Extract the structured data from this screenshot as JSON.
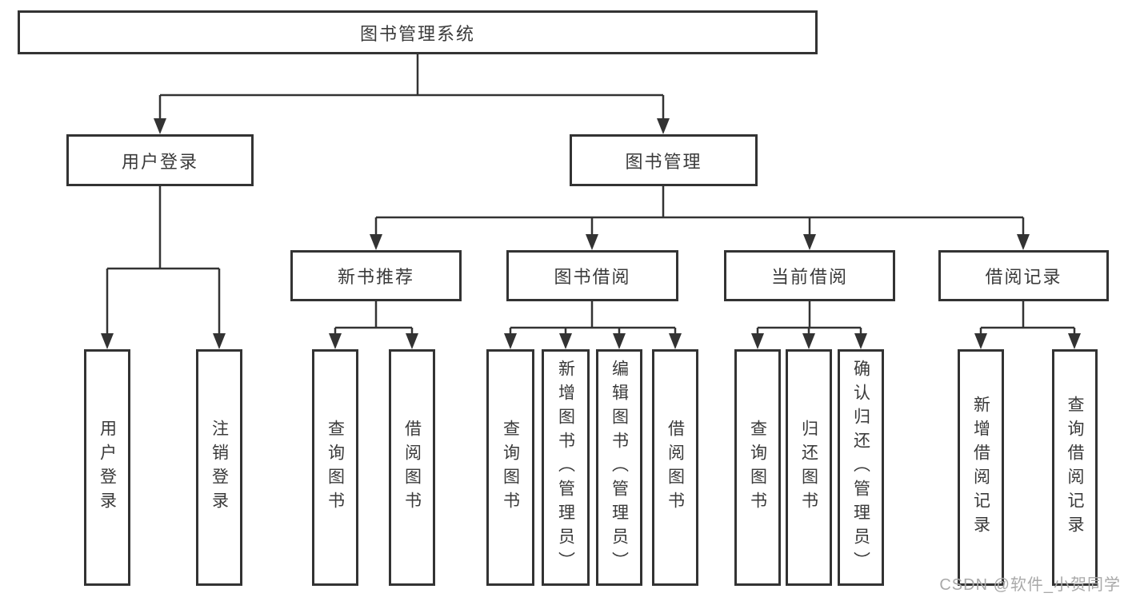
{
  "nodes": {
    "root": "图书管理系统",
    "level2": {
      "user_login_group": "用户登录",
      "book_management": "图书管理"
    },
    "level3": {
      "new_book_recommend": "新书推荐",
      "book_borrow": "图书借阅",
      "current_borrow": "当前借阅",
      "borrow_record": "借阅记录"
    },
    "leaves": {
      "user_login": "用户登录",
      "logout": "注销登录",
      "rec_query_book": "查询图书",
      "rec_borrow_book": "借阅图书",
      "bb_query_book": "查询图书",
      "bb_add_book": "新增图书（管理员）",
      "bb_edit_book": "编辑图书（管理员）",
      "bb_borrow_book": "借阅图书",
      "cb_query_book": "查询图书",
      "cb_return_book": "归还图书",
      "cb_confirm_return": "确认归还（管理员）",
      "br_add_record": "新增借阅记录",
      "br_query_record": "查询借阅记录"
    }
  },
  "watermark": "CSDN @软件_小贺同学",
  "colors": {
    "line": "#333333",
    "box_border": "#333333",
    "text": "#3a3a3a",
    "watermark": "#a9a9a9"
  }
}
